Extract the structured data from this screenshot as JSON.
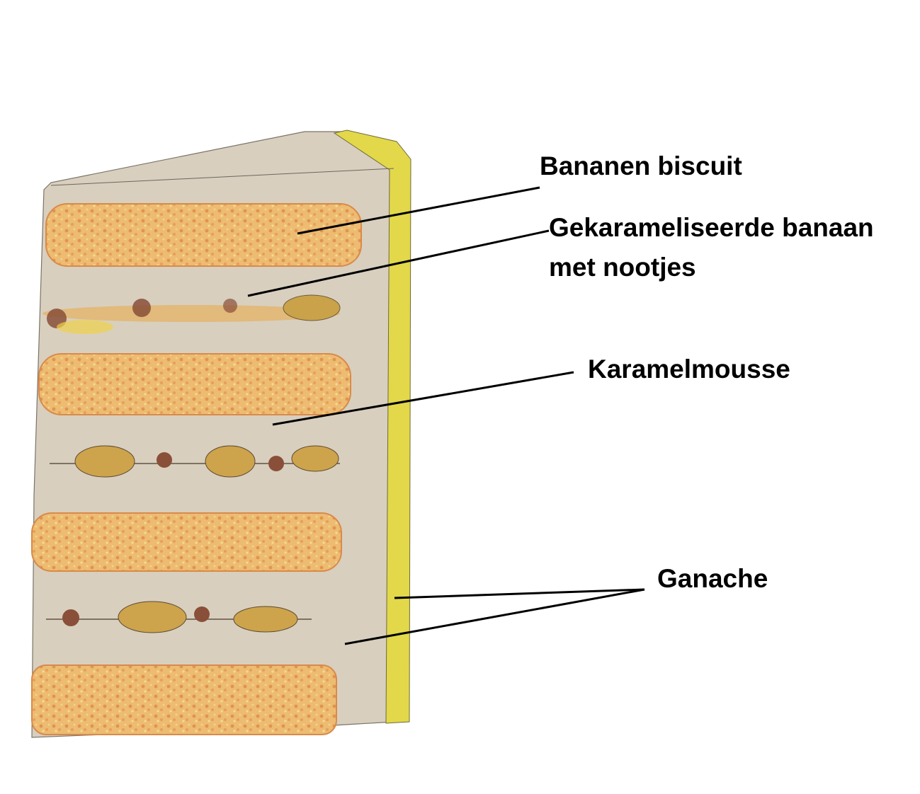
{
  "labels": {
    "biscuit": "Bananen biscuit",
    "banana_line1": "Gekarameliseerde banaan",
    "banana_line2": "met nootjes",
    "mousse": "Karamelmousse",
    "ganache": "Ganache"
  },
  "colors": {
    "mousse": "#d8cfbf",
    "biscuit": "#eab46a",
    "ganache": "#e2d84a",
    "nut": "#8a4f38",
    "banana": "#c9a24a"
  }
}
